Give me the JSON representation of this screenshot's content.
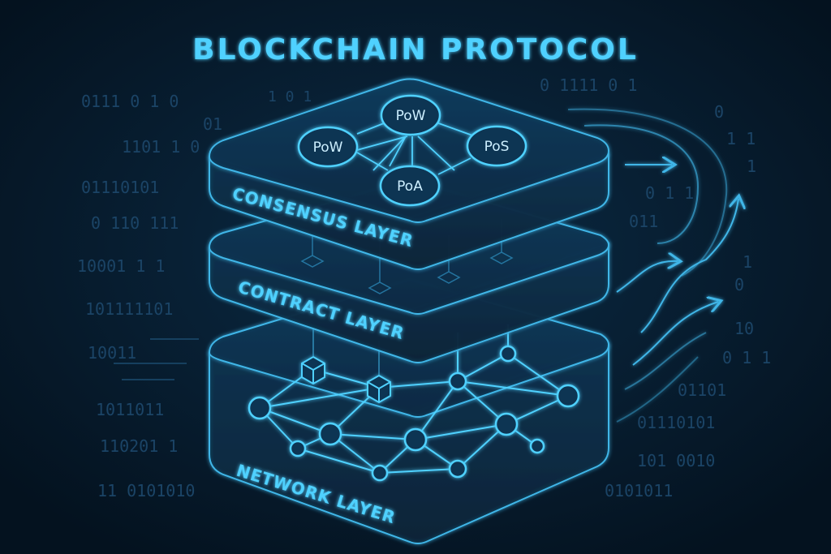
{
  "title": "BLOCKCHAIN PROTOCOL",
  "colors": {
    "background": "#061a2c",
    "accent": "#4fd1ff",
    "line": "#3fb6e8",
    "dim": "#12344f"
  },
  "layers": [
    {
      "label": "CONSENSUS LAYER"
    },
    {
      "label": "CONTRACT LAYER"
    },
    {
      "label": "NETWORK LAYER"
    }
  ],
  "consensus_nodes": [
    "PoW",
    "PoW",
    "PoS",
    "PoA"
  ],
  "binary_left": [
    "0111 0 1 0",
    "01",
    "1101 1 0",
    "01110101",
    "0  110 111",
    "10001 1 1",
    "101111101",
    "10011",
    "1011011",
    "110201 1",
    "11  0101010"
  ],
  "binary_right": [
    "0 1111 0 1",
    "0",
    "1 1",
    "1",
    "0 1 1",
    "011",
    "1",
    "0",
    "10",
    "0 1 1",
    "01101",
    "01110101",
    "101 0010",
    "0101011"
  ],
  "binary_top": [
    "1 0 1"
  ]
}
